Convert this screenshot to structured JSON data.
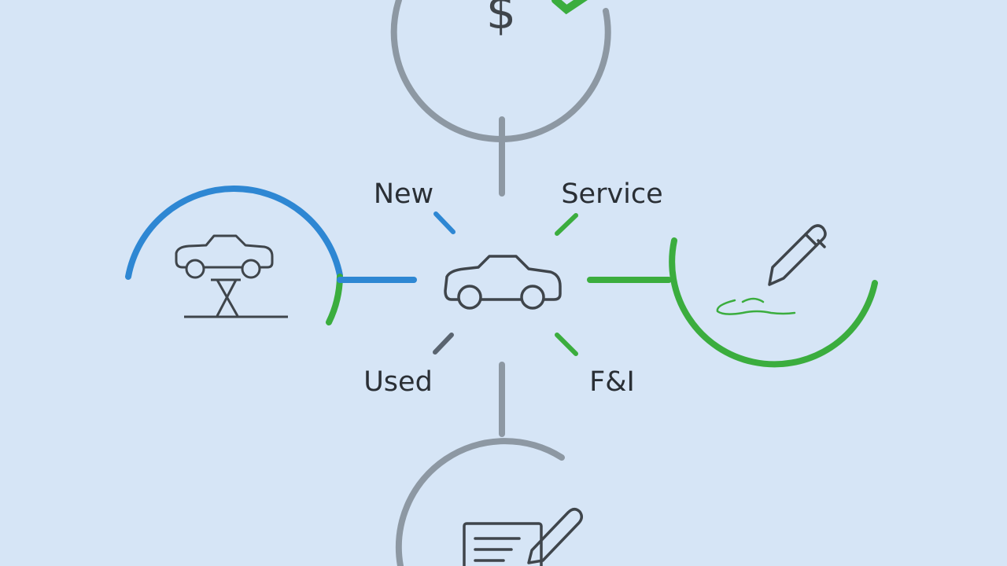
{
  "diagram": {
    "center": {
      "icon": "car-icon"
    },
    "spokes": [
      {
        "label": "New",
        "color": "#2e87d3"
      },
      {
        "label": "Service",
        "color": "#3bad3e"
      },
      {
        "label": "Used",
        "color": "#5a6470"
      },
      {
        "label": "F&I",
        "color": "#3bad3e"
      }
    ],
    "nodes": {
      "top": {
        "icon": "dollar-check-icon",
        "ring_color": "#8d98a3",
        "accent_color": "#3bad3e"
      },
      "left": {
        "icon": "car-lift-icon",
        "ring_color": "#2e87d3"
      },
      "right": {
        "icon": "pen-signature-icon",
        "ring_color": "#3bad3e"
      },
      "bottom": {
        "icon": "document-pen-icon",
        "ring_color": "#8d98a3"
      }
    },
    "colors": {
      "background": "#d6e5f6",
      "icon_stroke": "#3f454b",
      "gray": "#8d98a3",
      "blue": "#2e87d3",
      "green": "#3bad3e"
    }
  }
}
